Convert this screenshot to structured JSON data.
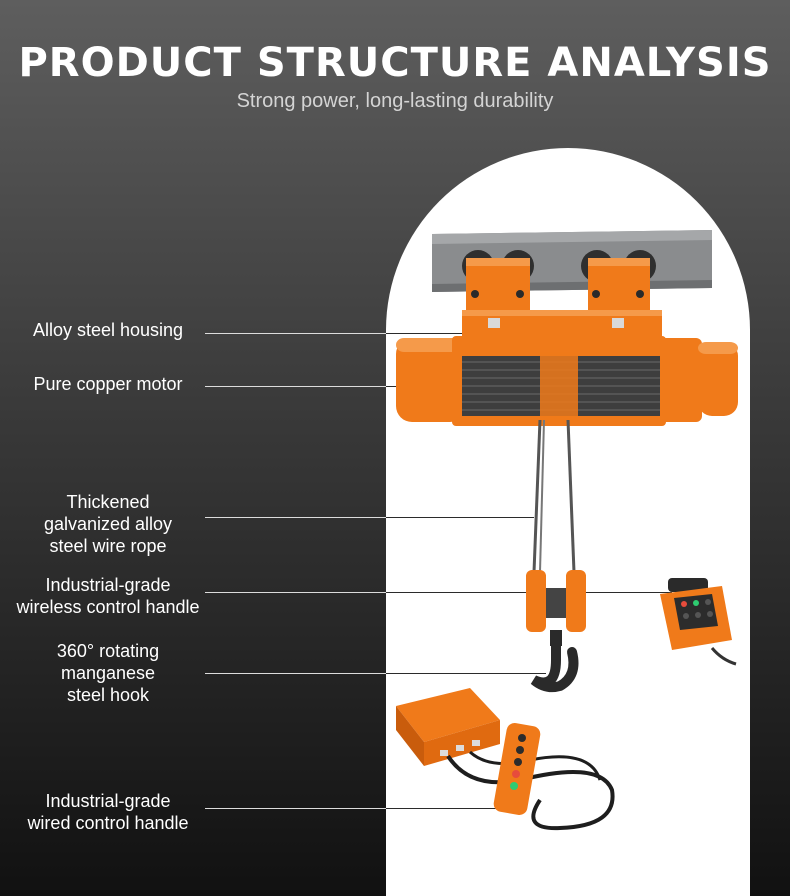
{
  "title": "PRODUCT STRUCTURE ANALYSIS",
  "subtitle": "Strong power, long-lasting durability",
  "labels": {
    "housing": "Alloy steel housing",
    "motor": "Pure copper motor",
    "rope_1": "Thickened",
    "rope_2": "galvanized alloy",
    "rope_3": "steel wire rope",
    "wireless_1": "Industrial-grade",
    "wireless_2": "wireless control handle",
    "hook_1": "360° rotating",
    "hook_2": "manganese",
    "hook_3": "steel hook",
    "wired_1": "Industrial-grade",
    "wired_2": "wired control handle"
  },
  "product_badge": "1",
  "colors": {
    "accent": "#f07a1a",
    "accent_dark": "#c95c0c",
    "rail": "#8a8c8e",
    "drum": "#3e3e3e"
  }
}
